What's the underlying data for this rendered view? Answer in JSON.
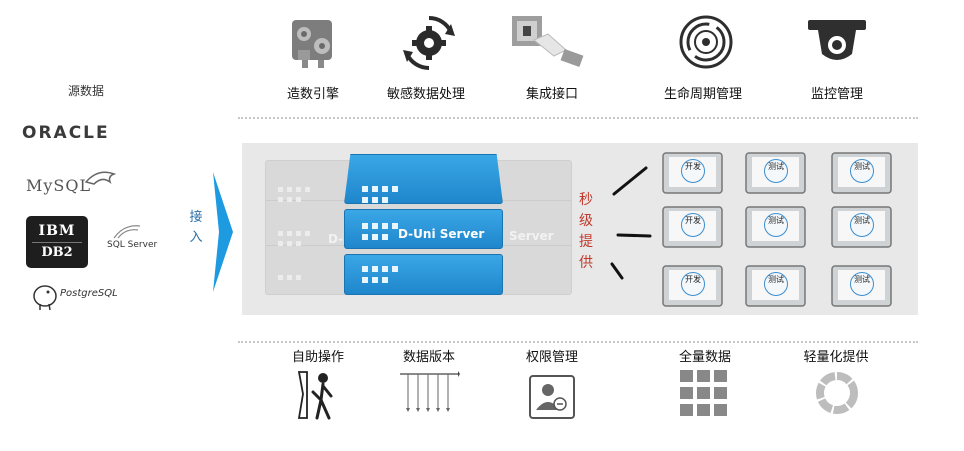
{
  "features": [
    {
      "label": "造数引擎",
      "icon": "engine-icon"
    },
    {
      "label": "敏感数据处理",
      "icon": "gear-cycle-icon"
    },
    {
      "label": "集成接口",
      "icon": "plug-socket-icon"
    },
    {
      "label": "生命周期管理",
      "icon": "concentric-circle-icon"
    },
    {
      "label": "监控管理",
      "icon": "camera-monitor-icon"
    }
  ],
  "sources": {
    "title": "源数据",
    "oracle": "ORACLE",
    "mysql": "MySQL",
    "ibm_top": "IBM",
    "ibm_bottom": "DB2",
    "sqlserver": "SQL Server",
    "postgresql": "PostgreSQL"
  },
  "access_label": "接入",
  "server": {
    "title": "D-Uni Server",
    "back_left": "D-",
    "back_right": "Server"
  },
  "provide_label": "秒级提供",
  "devices": [
    [
      "开发",
      "测试",
      "测试"
    ],
    [
      "开发",
      "测试",
      "测试"
    ],
    [
      "开发",
      "测试",
      "测试"
    ]
  ],
  "bottom": [
    {
      "label": "自助操作",
      "icon": "self-service-icon"
    },
    {
      "label": "数据版本",
      "icon": "version-timeline-icon"
    },
    {
      "label": "权限管理",
      "icon": "permission-user-icon"
    },
    {
      "label": "全量数据",
      "icon": "grid-data-icon"
    },
    {
      "label": "轻量化提供",
      "icon": "ring-icon"
    }
  ],
  "colors": {
    "server_blue": "#2a95d8",
    "accent_red": "#c0392b",
    "access_blue": "#2a6fa8",
    "arrow_blue": "#1e9ae0"
  }
}
